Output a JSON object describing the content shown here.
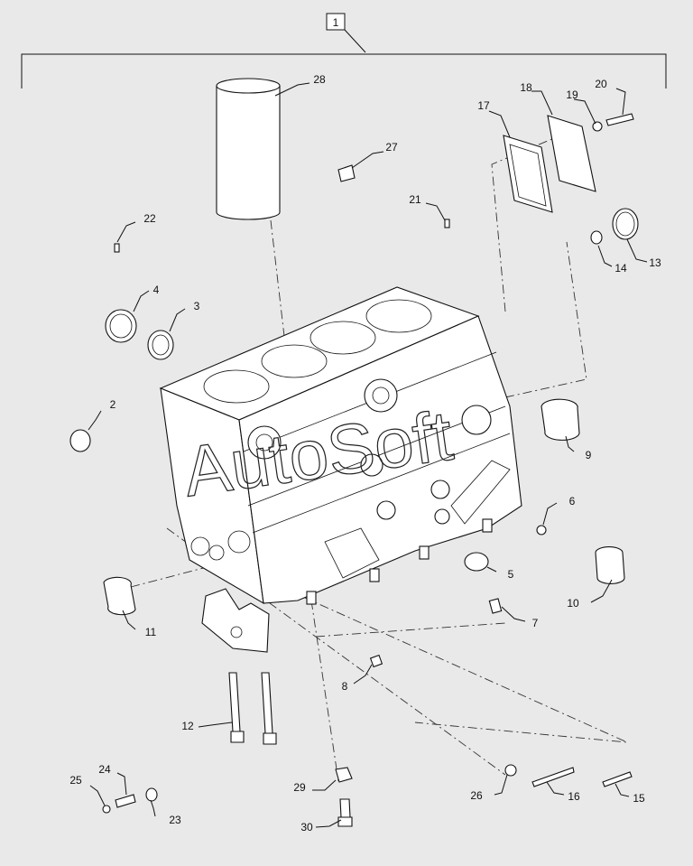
{
  "assembly_label": "1",
  "watermark": "AutoSoft",
  "callouts": [
    {
      "id": "c2",
      "label": "2"
    },
    {
      "id": "c3",
      "label": "3"
    },
    {
      "id": "c4",
      "label": "4"
    },
    {
      "id": "c5",
      "label": "5"
    },
    {
      "id": "c6",
      "label": "6"
    },
    {
      "id": "c7",
      "label": "7"
    },
    {
      "id": "c8",
      "label": "8"
    },
    {
      "id": "c9",
      "label": "9"
    },
    {
      "id": "c10",
      "label": "10"
    },
    {
      "id": "c11",
      "label": "11"
    },
    {
      "id": "c12",
      "label": "12"
    },
    {
      "id": "c13",
      "label": "13"
    },
    {
      "id": "c14",
      "label": "14"
    },
    {
      "id": "c15",
      "label": "15"
    },
    {
      "id": "c16",
      "label": "16"
    },
    {
      "id": "c17",
      "label": "17"
    },
    {
      "id": "c18",
      "label": "18"
    },
    {
      "id": "c19",
      "label": "19"
    },
    {
      "id": "c20",
      "label": "20"
    },
    {
      "id": "c21",
      "label": "21"
    },
    {
      "id": "c22",
      "label": "22"
    },
    {
      "id": "c23",
      "label": "23"
    },
    {
      "id": "c24",
      "label": "24"
    },
    {
      "id": "c25",
      "label": "25"
    },
    {
      "id": "c26",
      "label": "26"
    },
    {
      "id": "c27",
      "label": "27"
    },
    {
      "id": "c28",
      "label": "28"
    },
    {
      "id": "c29",
      "label": "29"
    },
    {
      "id": "c30",
      "label": "30"
    }
  ]
}
